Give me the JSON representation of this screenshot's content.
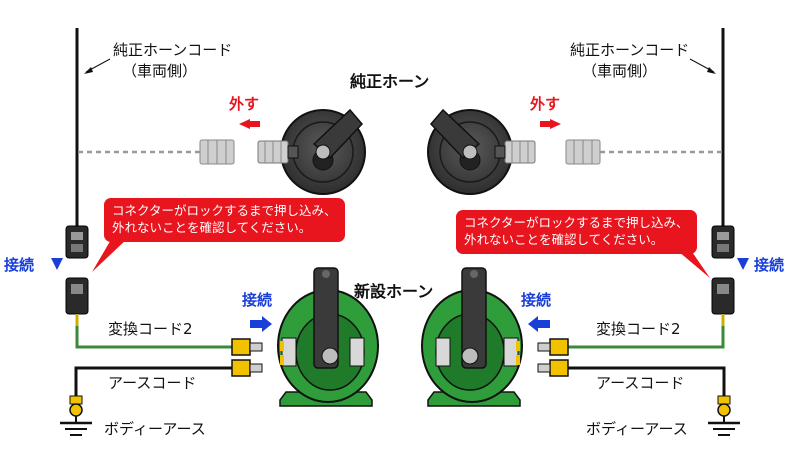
{
  "labels": {
    "genuine_cord": "純正ホーンコード",
    "vehicle_side": "（車両側）",
    "genuine_horn": "純正ホーン",
    "new_horn": "新設ホーン",
    "remove": "外す",
    "connect": "接続",
    "conversion_cord": "変換コード2",
    "earth_cord": "アースコード",
    "body_earth": "ボディーアース"
  },
  "callout": {
    "line1": "コネクターがロックするまで押し込み、",
    "line2": "外れないことを確認してください。"
  },
  "colors": {
    "red": "#e8141e",
    "blue": "#1a3fd9",
    "green_horn": "#2f9e3a",
    "green_wire": "#3a8a3a",
    "yellow_terminal": "#f2c200",
    "dark_body": "#2c2c2c",
    "connector_gray": "#cfcfcf"
  }
}
